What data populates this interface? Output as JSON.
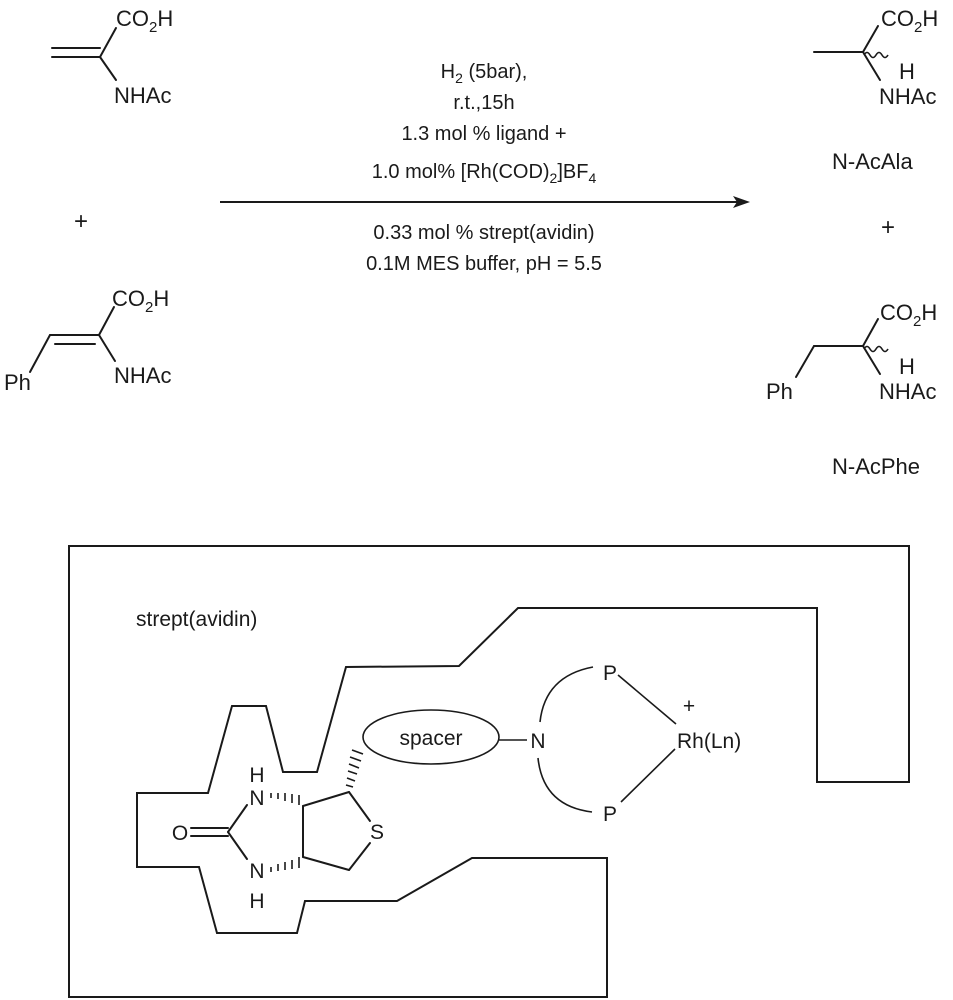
{
  "reaction": {
    "reactants": [
      {
        "id": "dehydroalanine",
        "top_group": "CO2H",
        "bottom_group": "NHAc"
      },
      {
        "id": "dehydrophenylalanine",
        "top_group": "CO2H",
        "bottom_group": "NHAc",
        "side_group": "Ph"
      }
    ],
    "plus_sign": "+",
    "conditions_above": [
      "H2 (5bar),",
      "r.t.,15h",
      "1.3 mol % ligand +",
      "1.0 mol% [Rh(COD)2]BF4"
    ],
    "conditions_above_parts": {
      "h2_main": "H",
      "h2_sub": "2",
      "h2_rest": " (5bar),",
      "line2": "r.t.,15h",
      "line3": "1.3 mol % ligand +",
      "rh_pre": "1.0 mol% [Rh(COD)",
      "rh_sub1": "2",
      "rh_mid": "]BF",
      "rh_sub2": "4"
    },
    "conditions_below": [
      "0.33 mol % strept(avidin)",
      "0.1M MES buffer, pH = 5.5"
    ],
    "products": [
      {
        "name": "N-AcAla",
        "top_group": "CO2H",
        "h_label": "H",
        "bottom_group": "NHAc"
      },
      {
        "name": "N-AcPhe",
        "top_group": "CO2H",
        "h_label": "H",
        "bottom_group": "NHAc",
        "side_group": "Ph"
      }
    ]
  },
  "labels": {
    "co": "CO",
    "sub2": "2",
    "h": "H",
    "nhac": "NHAc",
    "ph": "Ph",
    "plus": "+"
  },
  "scheme": {
    "protein_label": "strept(avidin)",
    "spacer_label": "spacer",
    "biotin_atoms": {
      "n": "N",
      "h": "H",
      "o": "O",
      "s": "S"
    },
    "ligand_atoms": {
      "n": "N",
      "p": "P"
    },
    "metal": "Rh(Ln)",
    "charge": "+"
  }
}
